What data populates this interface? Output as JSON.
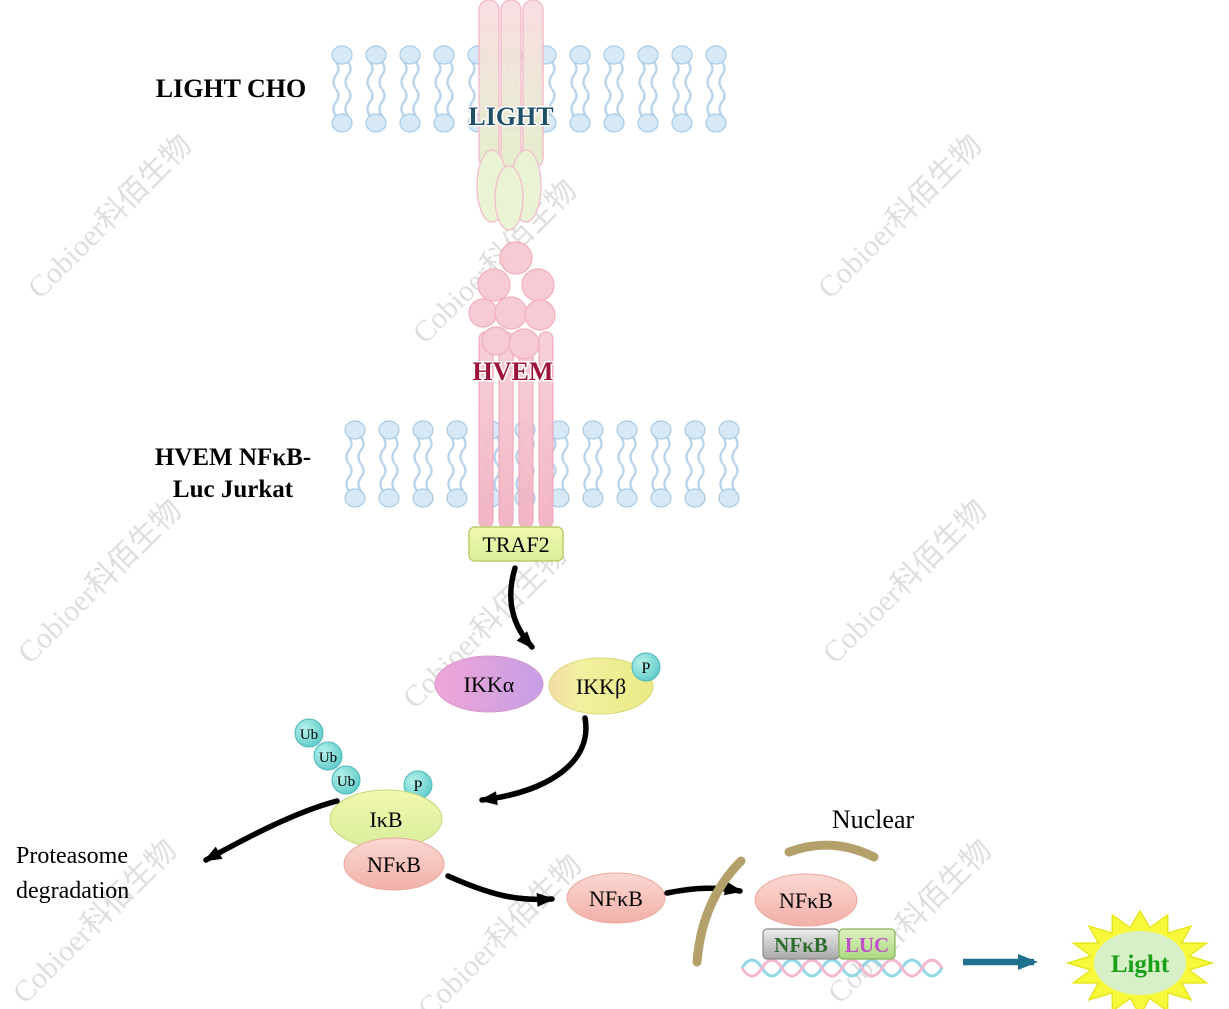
{
  "watermark": {
    "text": "Cobioer科佰生物"
  },
  "cells": {
    "ligand_cell_label": "LIGHT CHO",
    "reporter_cell_label_line1": "HVEM NFκB-",
    "reporter_cell_label_line2": "Luc Jurkat"
  },
  "molecules": {
    "light": "LIGHT",
    "hvem": "HVEM",
    "traf2": "TRAF2",
    "ikk_alpha": "IKKα",
    "ikk_beta": "IKKβ",
    "ikb": "IκB",
    "nfkb": "NFκB",
    "phospho": "P",
    "ubiquitin": "Ub"
  },
  "annotations": {
    "proteasome_line1": "Proteasome",
    "proteasome_line2": "degradation",
    "nuclear": "Nuclear"
  },
  "reporter": {
    "promoter": "NFκB",
    "gene": "LUC",
    "output": "Light"
  },
  "colors": {
    "light_label": "#1d4f66",
    "hvem_label": "#9c1238",
    "promoter_text": "#2f6d2f",
    "luc_text": "#c050c8",
    "output_text": "#18a018",
    "signal_arrow": "#20718f",
    "nuclear_envelope": "#b3a06b",
    "arrow": "#000000"
  }
}
